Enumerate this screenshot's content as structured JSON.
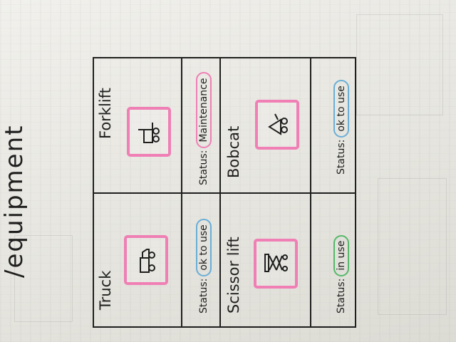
{
  "page": {
    "title": "/equipment"
  },
  "colors": {
    "ink": "#1f1f1f",
    "thumb_highlight": "#ef7fb5",
    "status_ok": "#6aaed6",
    "status_maintenance": "#ef7fb5",
    "status_in_use": "#55b86a"
  },
  "equipment": [
    {
      "name": "Truck",
      "icon": "truck-icon",
      "status_label": "Status:",
      "status_value": "ok to use",
      "status_color": "#6aaed6"
    },
    {
      "name": "Forklift",
      "icon": "forklift-icon",
      "status_label": "Status:",
      "status_value": "Maintenance",
      "status_color": "#ef7fb5"
    },
    {
      "name": "Scissor lift",
      "icon": "scissor-lift-icon",
      "status_label": "Status:",
      "status_value": "in use",
      "status_color": "#55b86a"
    },
    {
      "name": "Bobcat",
      "icon": "bobcat-icon",
      "status_label": "Status:",
      "status_value": "ok to use",
      "status_color": "#6aaed6"
    }
  ]
}
